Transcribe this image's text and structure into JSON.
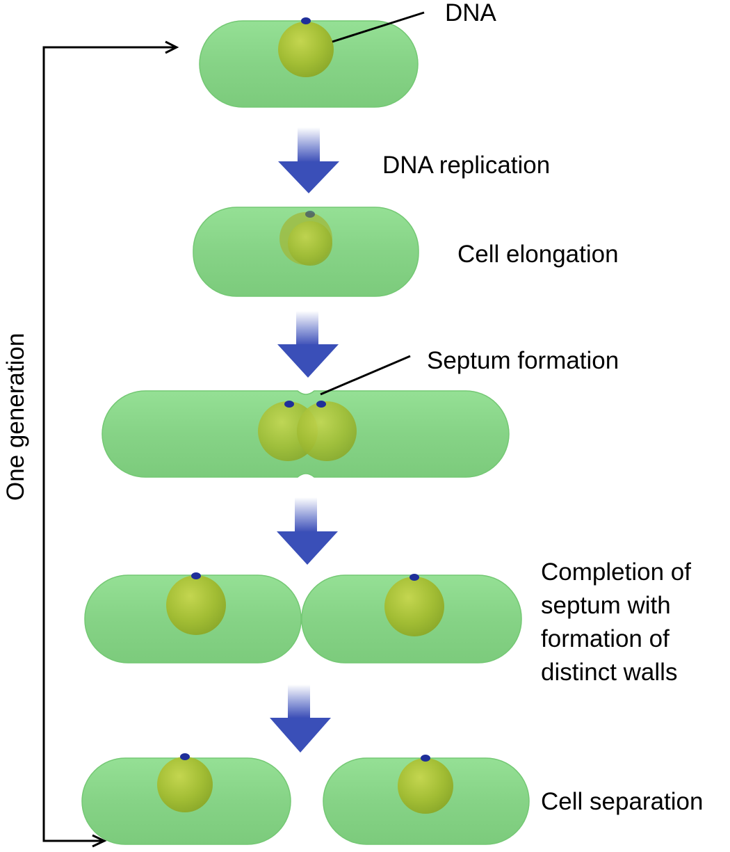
{
  "labels": {
    "dna": "DNA",
    "dna_replication": "DNA replication",
    "cell_elongation": "Cell elongation",
    "septum_formation": "Septum formation",
    "completion_line1": "Completion of",
    "completion_line2": "septum with",
    "completion_line3": "formation of",
    "completion_line4": "distinct walls",
    "cell_separation": "Cell separation",
    "one_generation": "One generation"
  },
  "colors": {
    "cell_fill": "#8bd98b",
    "cell_edge": "#6fc46f",
    "nucleoid_fill": "#a6c23a",
    "dna_dot": "#1f2f9a",
    "arrow_top": "#ffffff",
    "arrow_bottom": "#3a4fb8",
    "line": "#000000"
  }
}
